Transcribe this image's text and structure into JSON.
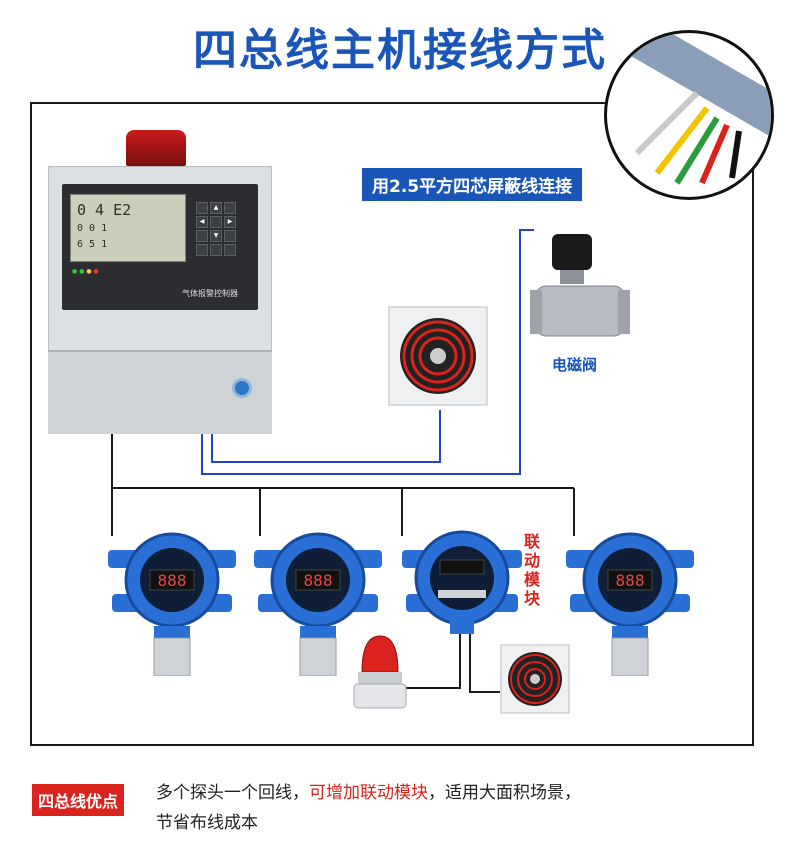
{
  "title": "四总线主机接线方式",
  "cable_label": "用2.5平方四芯屏蔽线连接",
  "valve_label": "电磁阀",
  "link_module_label": "联动模块",
  "controller": {
    "caption": "气体报警控制器",
    "lcd_rows": [
      "0 4  E2",
      "0 0  1",
      "6 5  1"
    ],
    "keypad_keys": [
      "▲",
      "◀",
      "▶",
      "▼",
      "",
      "",
      "",
      "",
      "",
      "",
      "",
      ""
    ]
  },
  "footer": {
    "badge": "四总线优点",
    "line1_a": "多个探头一个回线，",
    "line1_highlight": "可增加联动模块",
    "line1_b": "，适用大面积场景，",
    "line2": "节省布线成本"
  },
  "colors": {
    "title": "#1a56b8",
    "bus_black": "#1a1a1a",
    "bus_blue": "#1f43c9",
    "accent_red": "#d9231c",
    "detector_blue": "#2a6fd6"
  }
}
